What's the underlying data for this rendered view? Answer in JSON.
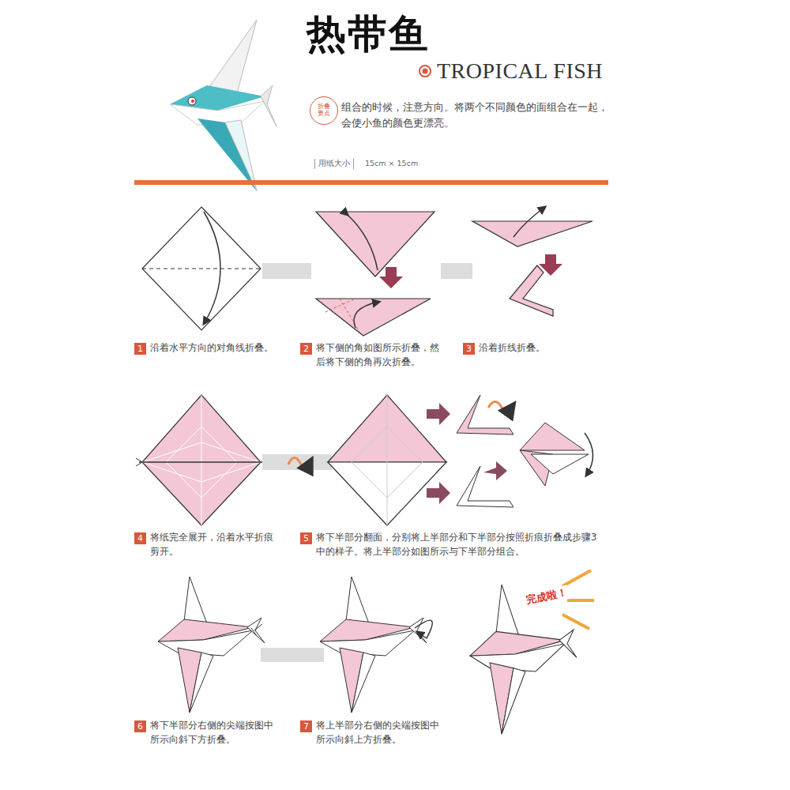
{
  "diagram": {
    "title": "热带鱼",
    "nodes": [
      {
        "text": [
          "折叠要点"
        ]
      },
      {
        "text": [
          "1",
          "沿着水平方向的对角线折叠。"
        ]
      },
      {
        "text": [
          "2",
          "将下侧的角如图所示折叠，然后将下侧的角再次折叠。"
        ]
      },
      {
        "text": [
          "3",
          "沿着折线折叠。"
        ]
      },
      {
        "text": [
          "4",
          "将纸完全展开，沿着水平折痕剪开。"
        ]
      },
      {
        "text": [
          "5",
          "将下半部分翻面，分别将上半部分和下半部分按照折痕折叠成步骤3中的样子。将上半部分如图所示与下半部分组合。"
        ]
      },
      {
        "text": [
          "6",
          "将下半部分右侧的尖端按图中所示向斜下方折叠。"
        ]
      },
      {
        "text": [
          "7",
          "将上半部分右侧的尖端按图中所示向斜上方折叠。"
        ]
      }
    ],
    "labels": [
      "TROPICAL FISH",
      "组合的时候，注意方向。将两个不同颜色的面组合在一起，会使小鱼的颜色更漂亮。",
      "用纸大小",
      "15cm × 15cm",
      "完成啦！"
    ]
  }
}
